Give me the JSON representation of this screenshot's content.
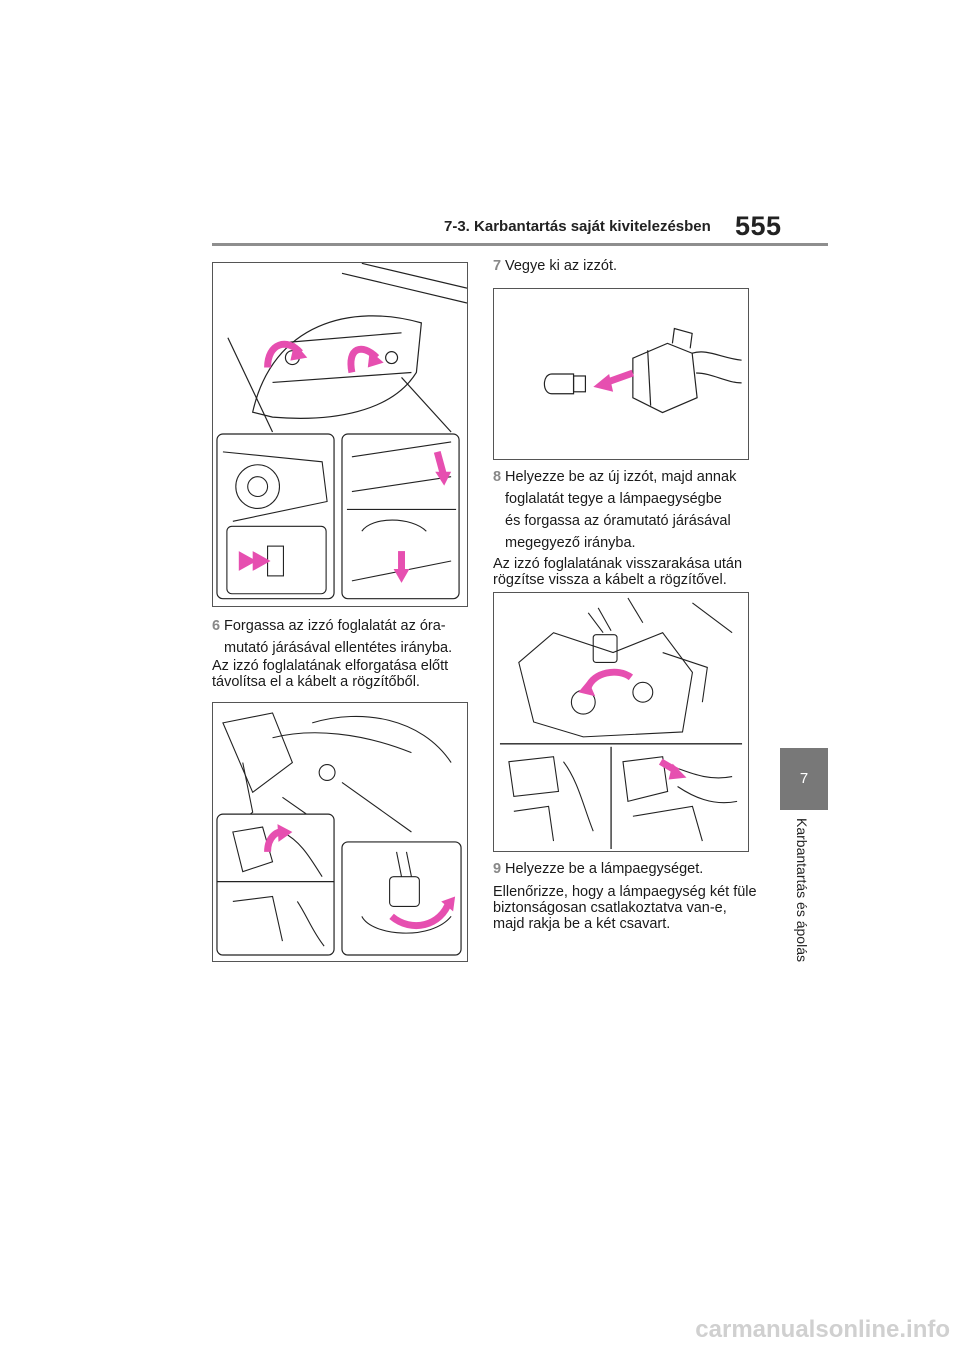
{
  "header": {
    "section_title": "7-3. Karbantartás saját kivitelezésben",
    "page_number": "555"
  },
  "side_tab": {
    "chapter_number": "7",
    "chapter_title": "Karbantartás és ápolás"
  },
  "left_column": {
    "step6": {
      "num": "6",
      "line1": "Forgassa az izzó foglalatát az óra-",
      "line2": "mutató járásával ellentétes irányba."
    },
    "note6": {
      "line1": "Az izzó foglalatának elforgatása előtt",
      "line2": "távolítsa el a kábelt a rögzítőből."
    }
  },
  "right_column": {
    "step7": {
      "num": "7",
      "text": "Vegye ki az izzót."
    },
    "step8": {
      "num": "8",
      "line1": "Helyezze be az új izzót, majd annak",
      "line2": "foglalatát tegye a lámpaegységbe",
      "line3": "és forgassa az óramutató járásával",
      "line4": "megegyező irányba."
    },
    "note8": {
      "line1": "Az izzó foglalatának visszarakása után",
      "line2": "rögzítse vissza a kábelt a rögzítővel."
    },
    "step9": {
      "num": "9",
      "text": "Helyezze be a lámpaegységet."
    },
    "note9": {
      "line1": "Ellenőrizze, hogy a lámpaegység két füle",
      "line2": "biztonságosan csatlakoztatva van-e,",
      "line3": "majd rakja be a két csavart."
    }
  },
  "watermark": "carmanualsonline.info",
  "colors": {
    "arrow": "#e64fb0",
    "tab": "#787878",
    "rule": "#8e8e8e",
    "step_number": "#888888"
  }
}
